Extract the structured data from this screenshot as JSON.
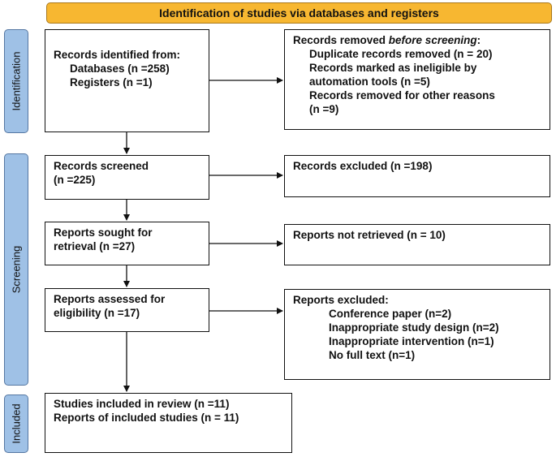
{
  "header": "Identification of studies via databases and registers",
  "phases": {
    "identification": "Identification",
    "screening": "Screening",
    "included": "Included"
  },
  "identified": {
    "title": "Records identified from:",
    "databases": "Databases (n =258)",
    "registers": "Registers (n =1)"
  },
  "removed": {
    "title_prefix": "Records removed ",
    "title_emph": "before screening",
    "title_suffix": ":",
    "duplicates": "Duplicate records removed (n = 20)",
    "ineligible_l1": "Records marked as ineligible by",
    "ineligible_l2": "automation tools (n =5)",
    "other_l1": "Records removed for other reasons",
    "other_l2": "(n =9)"
  },
  "screened": {
    "l1": "Records screened",
    "l2": "(n =225)"
  },
  "excluded": "Records excluded (n =198)",
  "sought": {
    "l1": "Reports sought for",
    "l2": "retrieval (n =27)"
  },
  "not_retrieved": "Reports not retrieved (n = 10)",
  "assessed": {
    "l1": "Reports assessed for",
    "l2": "eligibility (n =17)"
  },
  "reports_excluded": {
    "title": "Reports excluded:",
    "items": [
      "Conference paper (n=2)",
      "Inappropriate study design (n=2)",
      "Inappropriate intervention (n=1)",
      "No full text (n=1)"
    ]
  },
  "included": {
    "l1": "Studies included in review (n =11)",
    "l2": "Reports of included studies (n = 11)"
  },
  "colors": {
    "header_fill": "#f7b731",
    "phase_fill": "#9fc1e6"
  }
}
